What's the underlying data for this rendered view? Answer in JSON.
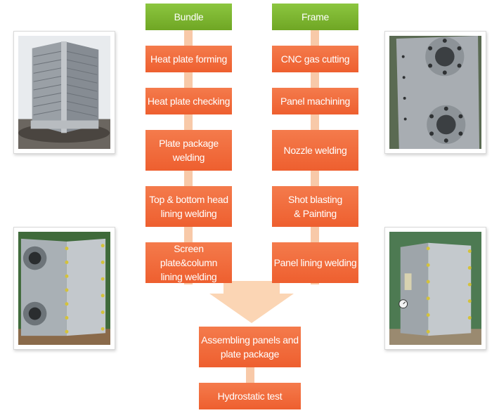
{
  "columns": {
    "bundle": {
      "header": "Bundle",
      "steps": [
        "Heat plate forming",
        "Heat plate checking",
        "Plate package\nwelding",
        "Top & bottom head\nlining welding",
        "Screen plate&column\nlining welding"
      ]
    },
    "frame": {
      "header": "Frame",
      "steps": [
        "CNC gas cutting",
        "Panel machining",
        "Nozzle welding",
        "Shot blasting\n& Painting",
        "Panel lining welding"
      ]
    }
  },
  "final_steps": [
    "Assembling panels and\nplate package",
    "Hydrostatic test"
  ],
  "colors": {
    "header_green": "#7db82a",
    "step_orange": "#f26b3a",
    "connector": "#f8c9a8",
    "arrow": "#fbd5b4"
  },
  "photos": [
    {
      "name": "plate-bundle-photo"
    },
    {
      "name": "frame-panel-photo"
    },
    {
      "name": "assembled-exchanger-photo"
    },
    {
      "name": "hydrostatic-test-photo"
    }
  ]
}
